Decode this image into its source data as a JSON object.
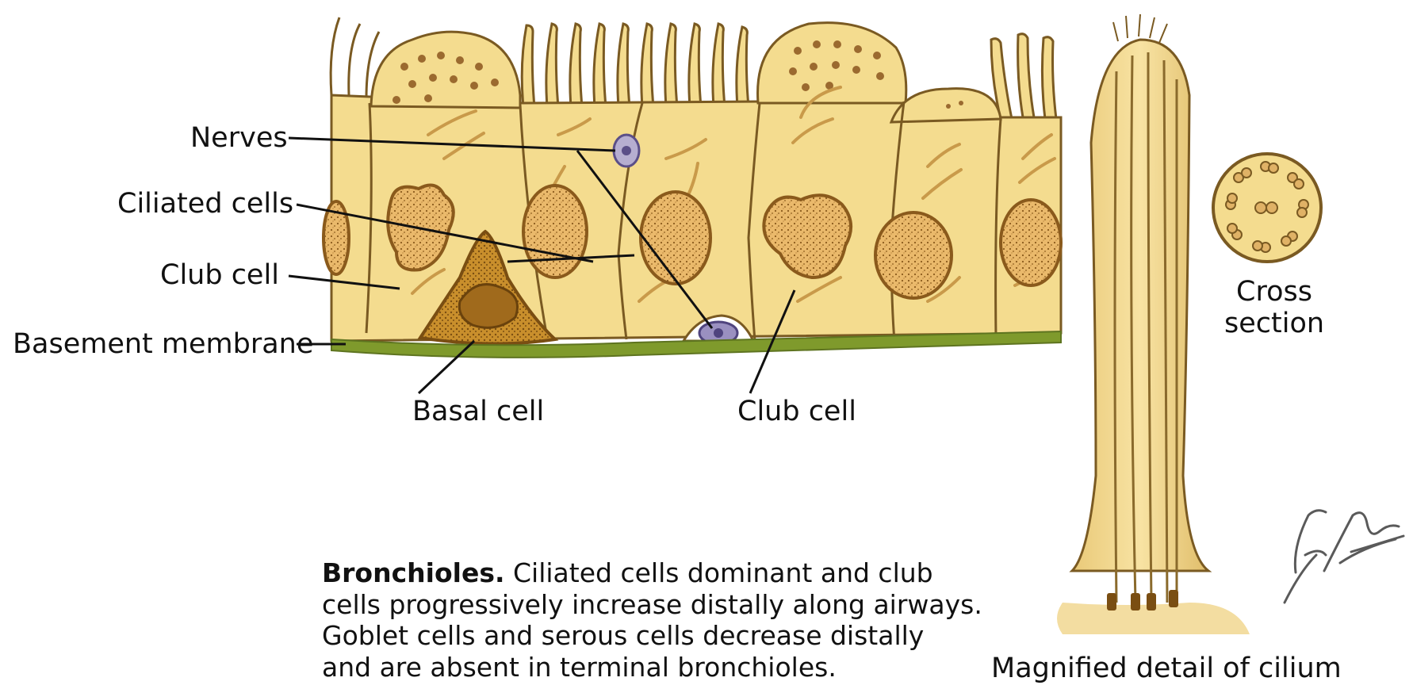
{
  "labels": {
    "nerves": "Nerves",
    "ciliated_cells": "Ciliated cells",
    "club_cell_left": "Club cell",
    "basement_membrane": "Basement membrane",
    "basal_cell": "Basal cell",
    "club_cell_bottom": "Club cell",
    "cross_section_line1": "Cross",
    "cross_section_line2": "section",
    "magnified_detail": "Magnified detail of cilium"
  },
  "caption": {
    "title": "Bronchioles.",
    "line1": " Ciliated cells dominant and club",
    "line2": "cells progressively increase distally along airways.",
    "line3": "Goblet cells and serous cells decrease distally",
    "line4": "and are absent in terminal bronchioles."
  },
  "signature": "F. Netter M.D.",
  "colors": {
    "cytoplasm": "#f4dc8f",
    "cell_outline": "#7a5a22",
    "nucleus_fill": "#e9b96a",
    "nucleus_outline": "#8a5a1c",
    "granule": "#9b6a2f",
    "basement_membrane": "#7f9a2c",
    "basal_cell": "#c68c2a",
    "nerve": "#8b7fb0",
    "leader_line": "#111111"
  }
}
